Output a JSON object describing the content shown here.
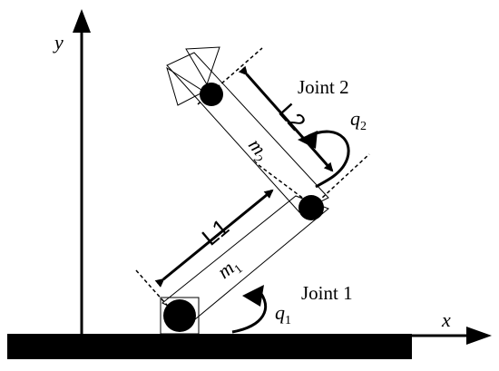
{
  "axes": {
    "x_label": "x",
    "y_label": "y"
  },
  "joints": {
    "joint1_label": "Joint 1",
    "joint2_label": "Joint 2"
  },
  "links": {
    "link1_length_label": "L1",
    "link2_length_label": "L2",
    "link1_mass_symbol": "m",
    "link1_mass_subscript": "1",
    "link2_mass_symbol": "m",
    "link2_mass_subscript": "2"
  },
  "angles": {
    "q1_symbol": "q",
    "q1_subscript": "1",
    "q2_symbol": "q",
    "q2_subscript": "2"
  },
  "colors": {
    "ink": "#000000",
    "background": "#ffffff"
  }
}
